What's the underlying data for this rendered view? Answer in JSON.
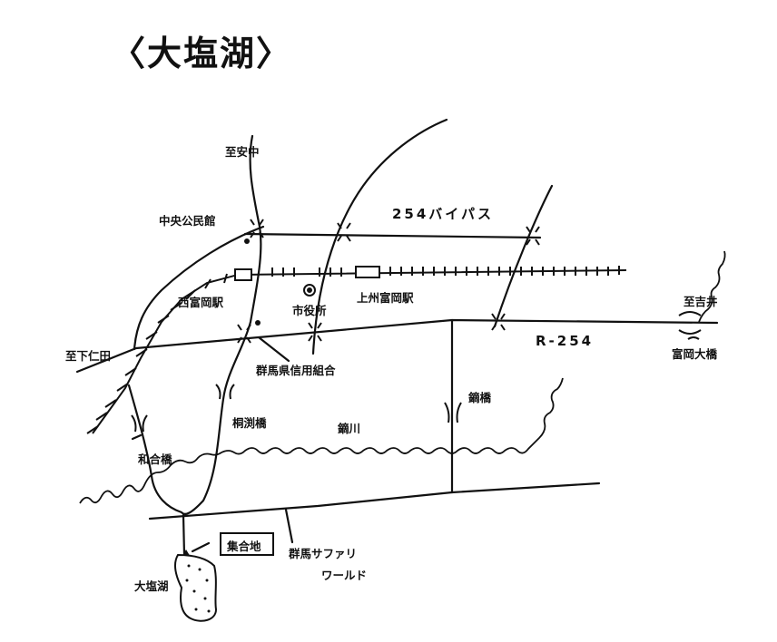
{
  "title": "〈大塩湖〉",
  "roads": {
    "bypass": "254バイパス",
    "r254": "R-254"
  },
  "places": {
    "to_annaka": "至安中",
    "central_hall": "中央公民館",
    "nishi_tomioka_station": "西富岡駅",
    "city_hall": "市役所",
    "joshu_tomioka_station": "上州富岡駅",
    "to_shimonita": "至下仁田",
    "to_yoshii": "至吉井",
    "tomioka_bridge": "富岡大橋",
    "credit_union": "群馬県信用組合",
    "kirishima_bridge": "桐渕橋",
    "kabura_river": "鏑川",
    "kabura_bridge": "鏑橋",
    "wago_bridge": "和合橋",
    "meeting_point": "集合地",
    "safari_line1": "群馬サファリ",
    "safari_line2": "ワールド",
    "lake": "大塩湖"
  }
}
